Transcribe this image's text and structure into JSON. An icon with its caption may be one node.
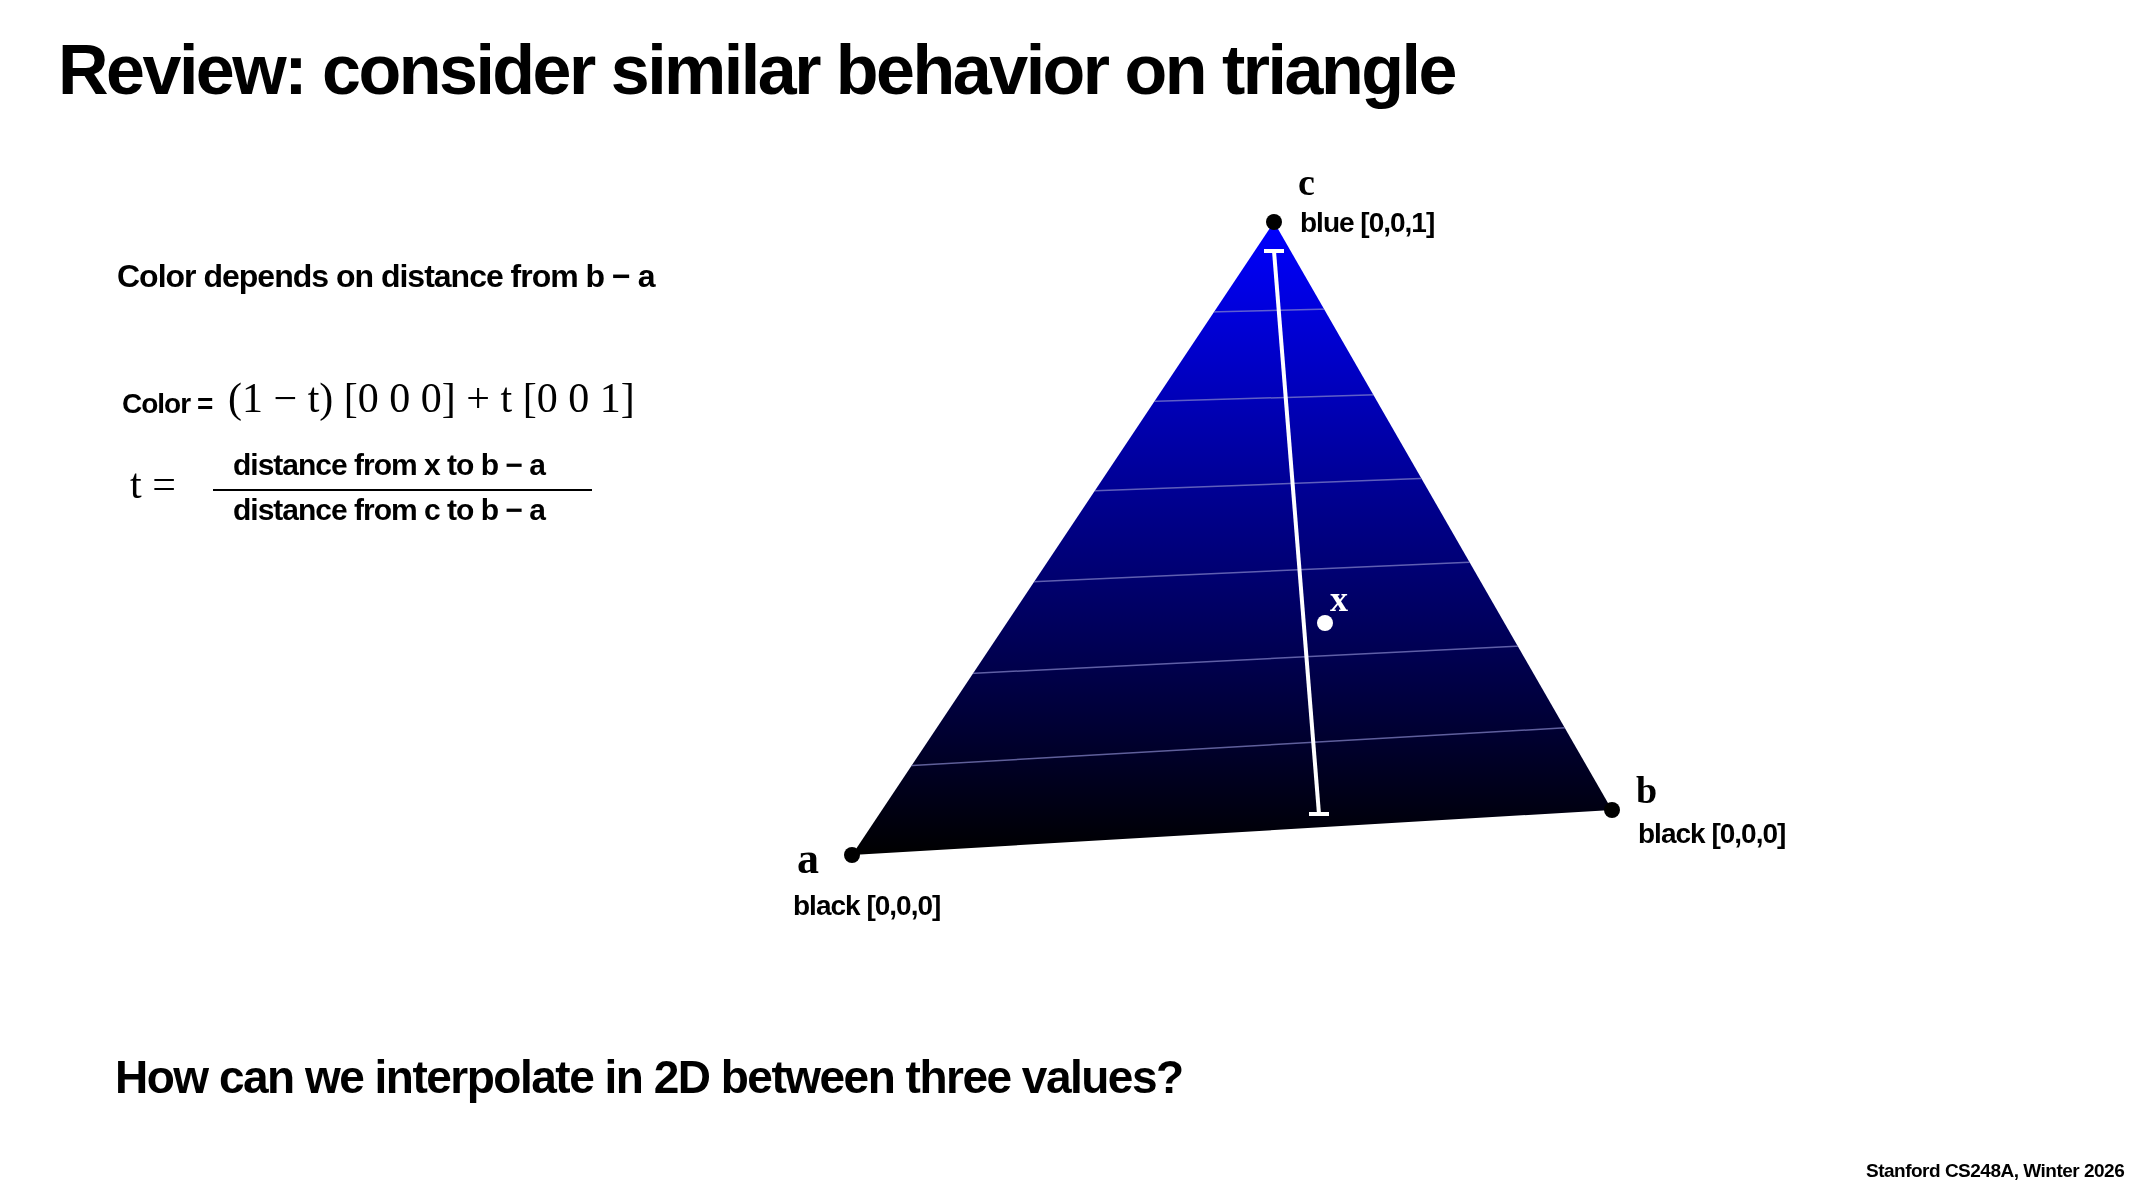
{
  "diagram": {
    "title": "Review: consider similar behavior on triangle",
    "labels": [
      "Color depends on distance from b − a",
      "Color =",
      "(1 − t) [0   0   0] + t [0   0   1]",
      "t =",
      "distance from x to b − a",
      "distance from c to b − a",
      "c",
      "blue [0,0,1]",
      "x",
      "b",
      "black [0,0,0]",
      "a",
      "black [0,0,0]",
      "How can we interpolate in 2D between three values?",
      "Stanford CS248A, Winter 2026"
    ]
  }
}
